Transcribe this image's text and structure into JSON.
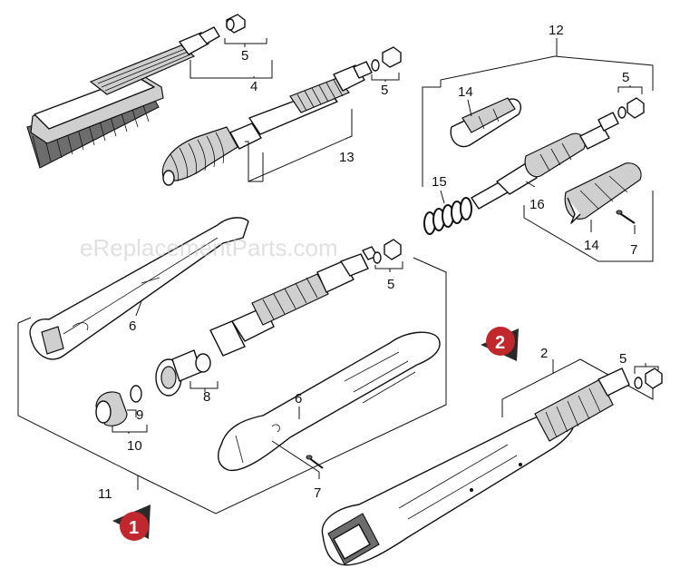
{
  "watermark": "eReplacementParts.com",
  "callouts": {
    "c2": "2",
    "c4": "4",
    "c5a": "5",
    "c5b": "5",
    "c5c": "5",
    "c5d": "5",
    "c5e": "5",
    "c6a": "6",
    "c6b": "6",
    "c7a": "7",
    "c7b": "7",
    "c8": "8",
    "c9": "9",
    "c10": "10",
    "c11": "11",
    "c12": "12",
    "c13": "13",
    "c14a": "14",
    "c14b": "14",
    "c15": "15",
    "c16": "16"
  },
  "badges": {
    "b1": "1",
    "b2": "2"
  },
  "colors": {
    "badge": "#c0282d",
    "badge_shadow": "#2a2a2a",
    "watermark": "#c8c8c8"
  }
}
